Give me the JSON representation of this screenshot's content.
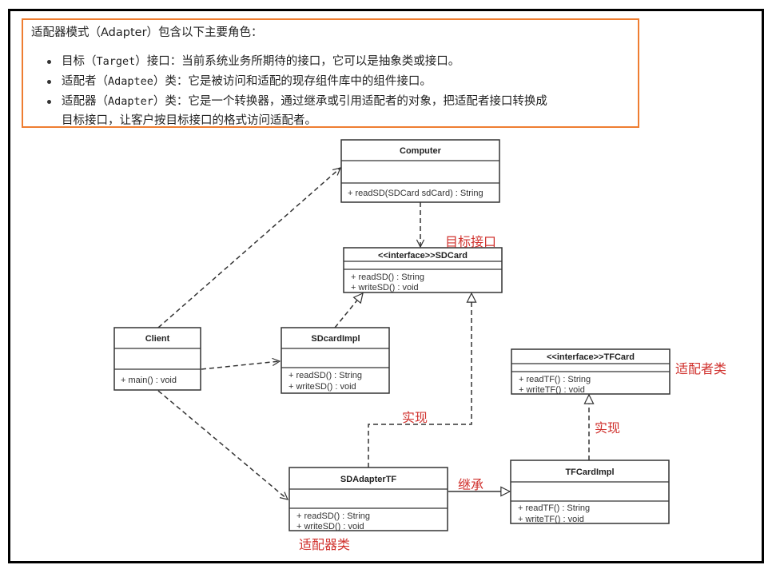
{
  "description": {
    "intro": "适配器模式（Adapter）包含以下主要角色：",
    "bullets": [
      {
        "line1_pre": "目标（",
        "line1_code": "Target",
        "line1_post": "）接口：当前系统业务所期待的接口，它可以是抽象类或接口。",
        "line2": ""
      },
      {
        "line1_pre": "适配者（",
        "line1_code": "Adaptee",
        "line1_post": "）类：它是被访问和适配的现存组件库中的组件接口。",
        "line2": ""
      },
      {
        "line1_pre": "适配器（",
        "line1_code": "Adapter",
        "line1_post": "）类：它是一个转换器，通过继承或引用适配者的对象，把适配者接口转换成",
        "line2": "目标接口，让客户按目标接口的格式访问适配者。"
      }
    ]
  },
  "diagram": {
    "classes": {
      "computer": {
        "title": "Computer",
        "members": [
          "+ readSD(SDCard sdCard) : String"
        ]
      },
      "sdcard": {
        "title": "<<interface>>SDCard",
        "members": [
          "+ readSD() : String",
          "+ writeSD() : void"
        ]
      },
      "client": {
        "title": "Client",
        "members": [
          "+ main() : void"
        ]
      },
      "sdcardimpl": {
        "title": "SDcardImpl",
        "members": [
          "+ readSD() : String",
          "+ writeSD() : void"
        ]
      },
      "tfcard": {
        "title": "<<interface>>TFCard",
        "members": [
          "+ readTF() : String",
          "+ writeTF() : void"
        ]
      },
      "sdadaptertf": {
        "title": "SDAdapterTF",
        "members": [
          "+ readSD() : String",
          "+ writeSD() : void"
        ]
      },
      "tfcardimpl": {
        "title": "TFCardImpl",
        "members": [
          "+ readTF() : String",
          "+ writeTF() : void"
        ]
      }
    },
    "annotations": {
      "target": "目标接口",
      "adaptee": "适配者类",
      "adapter": "适配器类",
      "impl_left": "实现",
      "impl_right": "实现",
      "inherit": "继承"
    },
    "colors": {
      "annotation": "#d0312d",
      "note_border": "#ee7d31",
      "line": "#333333"
    }
  }
}
